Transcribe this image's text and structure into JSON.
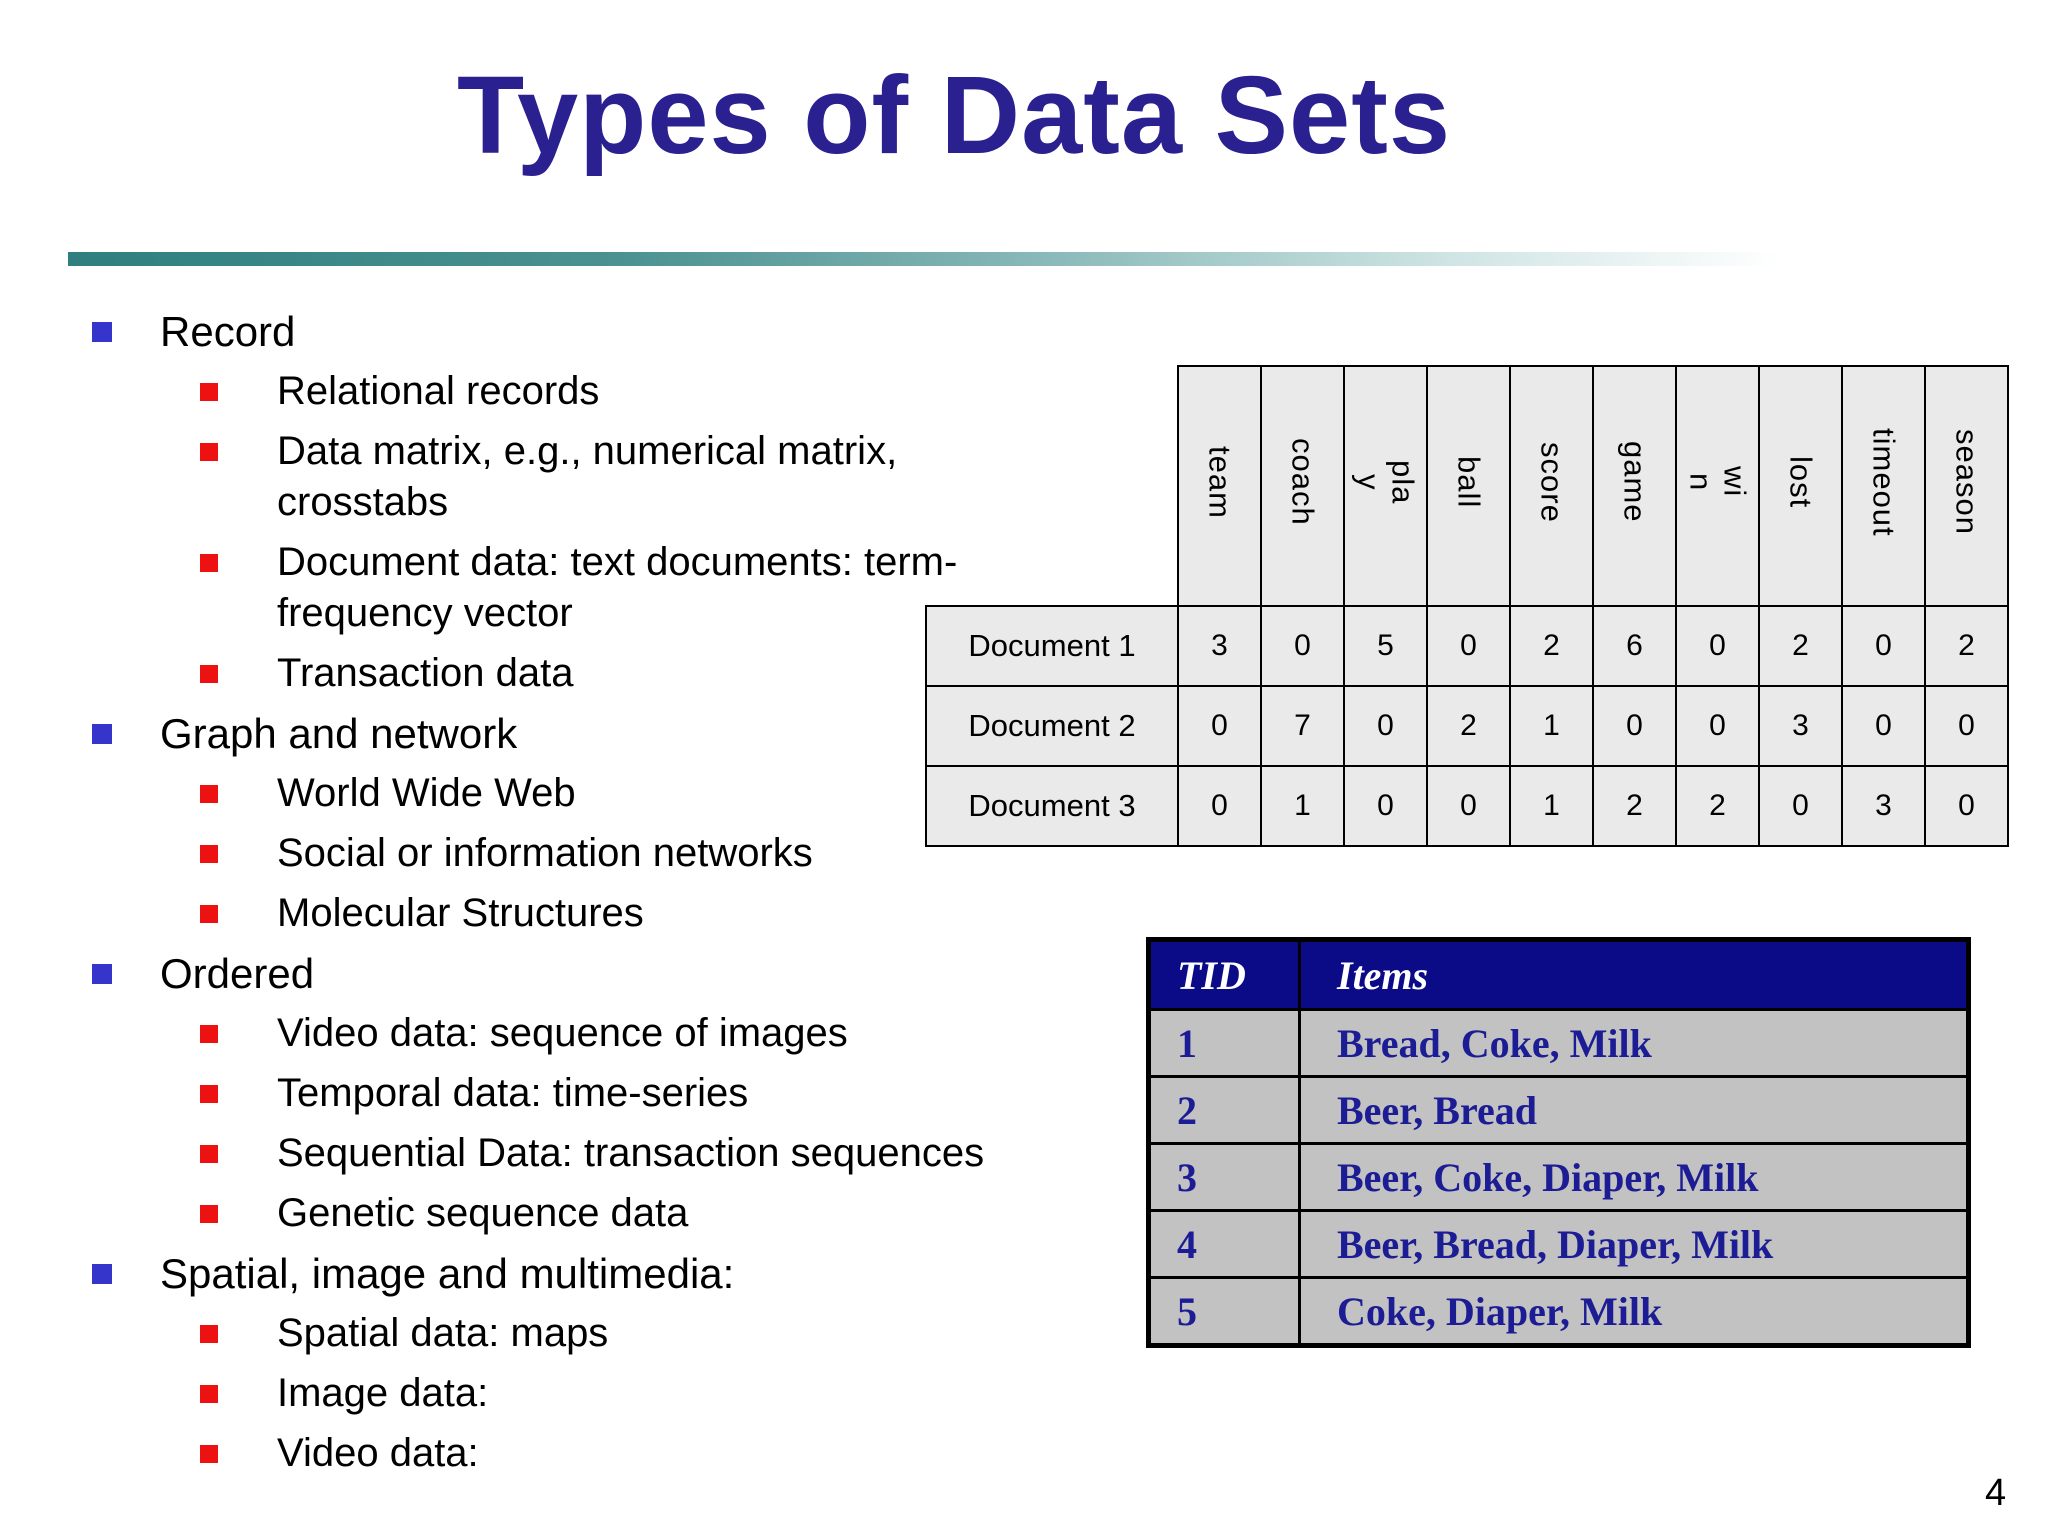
{
  "title": "Types of Data Sets",
  "page_number": "4",
  "colors": {
    "title_text": "#2A2090",
    "level1_bullet": "#3535CC",
    "level2_bullet": "#EE1111",
    "divider_teal": "#2F7F7F",
    "term_table_bg": "#EAEAEA",
    "tid_header_bg": "#0B0B87",
    "tid_body_bg": "#C2C2C2",
    "tid_text": "#1C1C94"
  },
  "outline": {
    "items": [
      {
        "level": 1,
        "text": "Record"
      },
      {
        "level": 2,
        "text": "Relational records"
      },
      {
        "level": 2,
        "text": "Data matrix, e.g., numerical matrix,\ncrosstabs"
      },
      {
        "level": 2,
        "text": "Document data: text documents: term-\nfrequency vector"
      },
      {
        "level": 2,
        "text": "Transaction data"
      },
      {
        "level": 1,
        "text": "Graph and network"
      },
      {
        "level": 2,
        "text": "World Wide Web"
      },
      {
        "level": 2,
        "text": "Social or information networks"
      },
      {
        "level": 2,
        "text": "Molecular Structures"
      },
      {
        "level": 1,
        "text": "Ordered"
      },
      {
        "level": 2,
        "text": "Video data: sequence of images"
      },
      {
        "level": 2,
        "text": "Temporal data: time-series"
      },
      {
        "level": 2,
        "text": "Sequential Data: transaction sequences"
      },
      {
        "level": 2,
        "text": "Genetic sequence data"
      },
      {
        "level": 1,
        "text": "Spatial, image and multimedia:"
      },
      {
        "level": 2,
        "text": "Spatial data: maps"
      },
      {
        "level": 2,
        "text": "Image data:"
      },
      {
        "level": 2,
        "text": "Video data:"
      }
    ]
  },
  "term_table": {
    "columns": [
      "team",
      "coach",
      "pla\ny",
      "ball",
      "score",
      "game",
      "wi\nn",
      "lost",
      "timeout",
      "season"
    ],
    "rows": [
      {
        "label": "Document 1",
        "values": [
          "3",
          "0",
          "5",
          "0",
          "2",
          "6",
          "0",
          "2",
          "0",
          "2"
        ]
      },
      {
        "label": "Document 2",
        "values": [
          "0",
          "7",
          "0",
          "2",
          "1",
          "0",
          "0",
          "3",
          "0",
          "0"
        ]
      },
      {
        "label": "Document 3",
        "values": [
          "0",
          "1",
          "0",
          "0",
          "1",
          "2",
          "2",
          "0",
          "3",
          "0"
        ]
      }
    ]
  },
  "transaction_table": {
    "headers": [
      "TID",
      "Items"
    ],
    "rows": [
      {
        "tid": "1",
        "items": "Bread, Coke, Milk"
      },
      {
        "tid": "2",
        "items": "Beer, Bread"
      },
      {
        "tid": "3",
        "items": "Beer, Coke, Diaper, Milk"
      },
      {
        "tid": "4",
        "items": "Beer, Bread, Diaper, Milk"
      },
      {
        "tid": "5",
        "items": "Coke, Diaper, Milk"
      }
    ]
  }
}
